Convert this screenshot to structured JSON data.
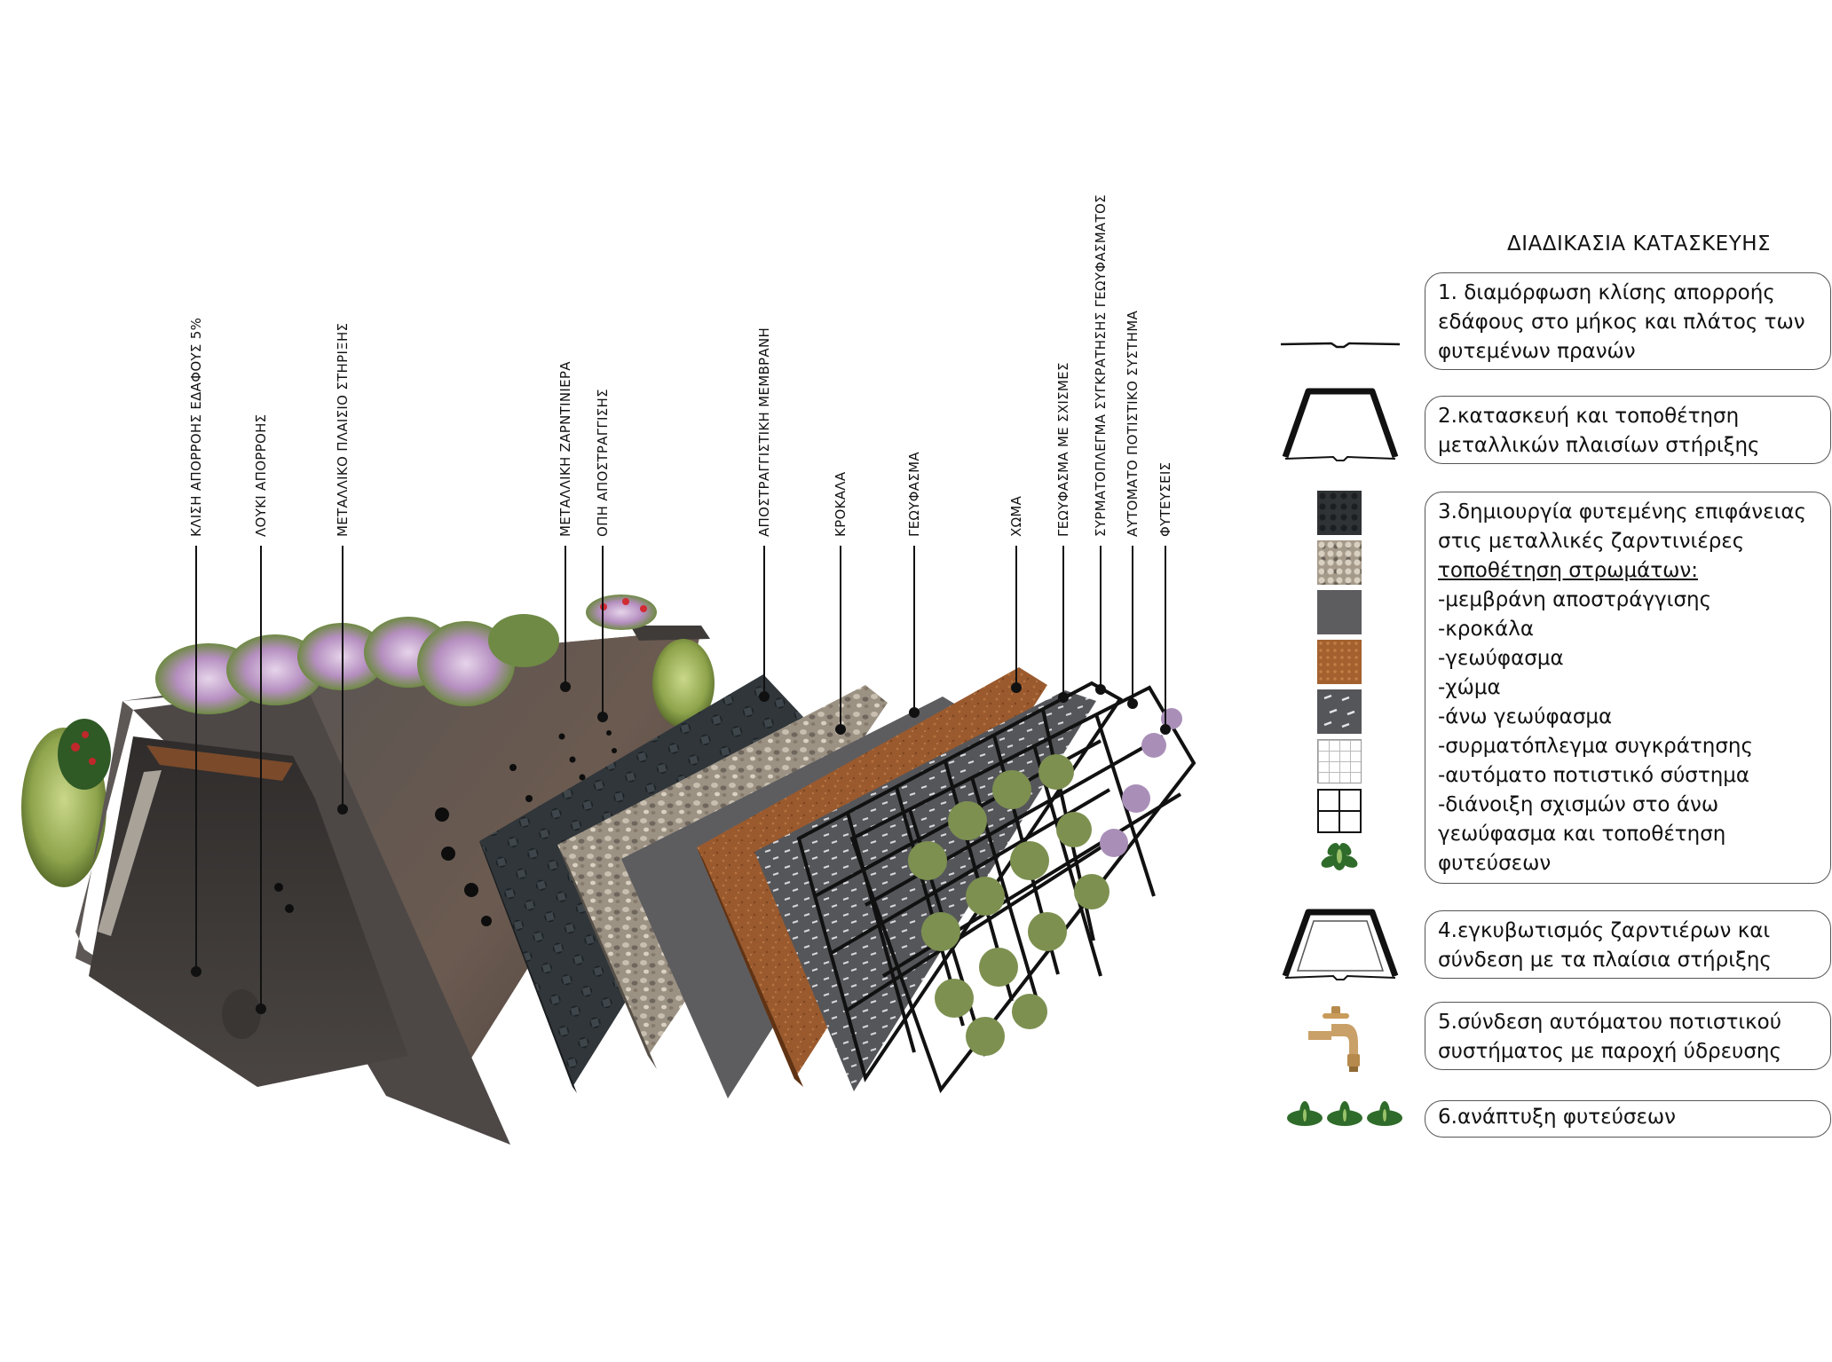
{
  "layer_labels": [
    {
      "id": "slope",
      "text": "ΚΛΙΣΗ ΑΠΟΡΡΟΗΣ ΕΔΑΦΟΥΣ 5%"
    },
    {
      "id": "gutter",
      "text": "ΛΟΥΚΙ ΑΠΟΡΡΟΗΣ"
    },
    {
      "id": "frame",
      "text": "ΜΕΤΑΛΛΙΚΟ ΠΛΑΙΣΙΟ ΣΤΗΡΙΞΗΣ"
    },
    {
      "id": "planter",
      "text": "ΜΕΤΑΛΛΙΚΗ ΖΑΡΝΤΙΝΙΕΡΑ"
    },
    {
      "id": "drain-hole",
      "text": "ΟΠΗ ΑΠΟΣΤΡΑΓΓΙΣΗΣ"
    },
    {
      "id": "membrane",
      "text": "ΑΠΟΣΤΡΑΓΓΙΣΤΙΚΗ ΜΕΜΒΡΑΝΗ"
    },
    {
      "id": "gravel",
      "text": "ΚΡΟΚΑΛΑ"
    },
    {
      "id": "geotextile",
      "text": "ΓΕΩΥΦΑΣΜΑ"
    },
    {
      "id": "soil",
      "text": "ΧΩΜΑ"
    },
    {
      "id": "slit-geotextile",
      "text": "ΓΕΩΥΦΑΣΜΑ ΜΕ ΣΧΙΣΜΕΣ"
    },
    {
      "id": "wire-mesh",
      "text": "ΣΥΡΜΑΤΟΠΛΕΓΜΑ ΣΥΓΚΡΑΤΗΣΗΣ ΓΕΩΥΦΑΣΜΑΤΟΣ"
    },
    {
      "id": "irrigation",
      "text": "ΑΥΤΟΜΑΤΟ ΠΟΤΙΣΤΙΚΟ ΣΥΣΤΗΜΑ"
    },
    {
      "id": "plantings",
      "text": "ΦΥΤΕΥΣΕΙΣ"
    }
  ],
  "process": {
    "title": "ΔΙΑΔΙΚΑΣΙΑ ΚΑΤΑΣΚΕΥΗΣ",
    "step1": [
      "1. διαμόρφωση κλίσης απορροής",
      "εδάφους στο μήκος και πλάτος των",
      "φυτεμένων πρανών"
    ],
    "step2": [
      "2.κατασκευή και τοποθέτηση",
      "μεταλλικών πλαισίων στήριξης"
    ],
    "step3": {
      "lines": [
        "3.δημιουργία φυτεμένης επιφάνειας",
        "στις μεταλλικές ζαρντινιέρες"
      ],
      "subtitle": "τοποθέτηση στρωμάτων:",
      "items": [
        "-μεμβράνη αποστράγγισης",
        "-κροκάλα",
        "-γεωύφασμα",
        "-χώμα",
        "-άνω γεωύφασμα",
        "-συρματόπλεγμα συγκράτησης",
        "-αυτόματο ποτιστικό σύστημα",
        "-διάνοιξη σχισμών στο άνω",
        "γεωύφασμα και τοποθέτηση",
        "φυτεύσεων"
      ]
    },
    "step4": [
      "4.εγκυβωτισμός ζαρντιέρων και",
      "σύνδεση με τα πλαίσια στήριξης"
    ],
    "step5": [
      "5.σύνδεση αυτόματου ποτιστικού",
      "συστήματος με παροχή ύδρευσης"
    ],
    "step6": [
      "6.ανάπτυξη φυτεύσεων"
    ]
  },
  "icons": {
    "step1": "ground-slope-line-icon",
    "step2": "support-frame-icon",
    "step3": [
      "membrane-swatch-icon",
      "gravel-swatch-icon",
      "geotextile-swatch-icon",
      "soil-swatch-icon",
      "slit-geotextile-swatch-icon",
      "fine-mesh-swatch-icon",
      "coarse-grid-swatch-icon",
      "plant-icon"
    ],
    "step4": "boxed-planter-icon",
    "step5": "water-faucet-icon",
    "step6": "plants-row-icon"
  },
  "colors": {
    "steel": "#4f4b49",
    "rust": "#7a4a34",
    "membrane": "#2f3335",
    "gravel": "#a59a8a",
    "geotextile": "#5d5d60",
    "soil": "#9a5a2e",
    "mesh": "#111111",
    "flowers": "#b58fc0",
    "foliage": "#6f8a45"
  }
}
